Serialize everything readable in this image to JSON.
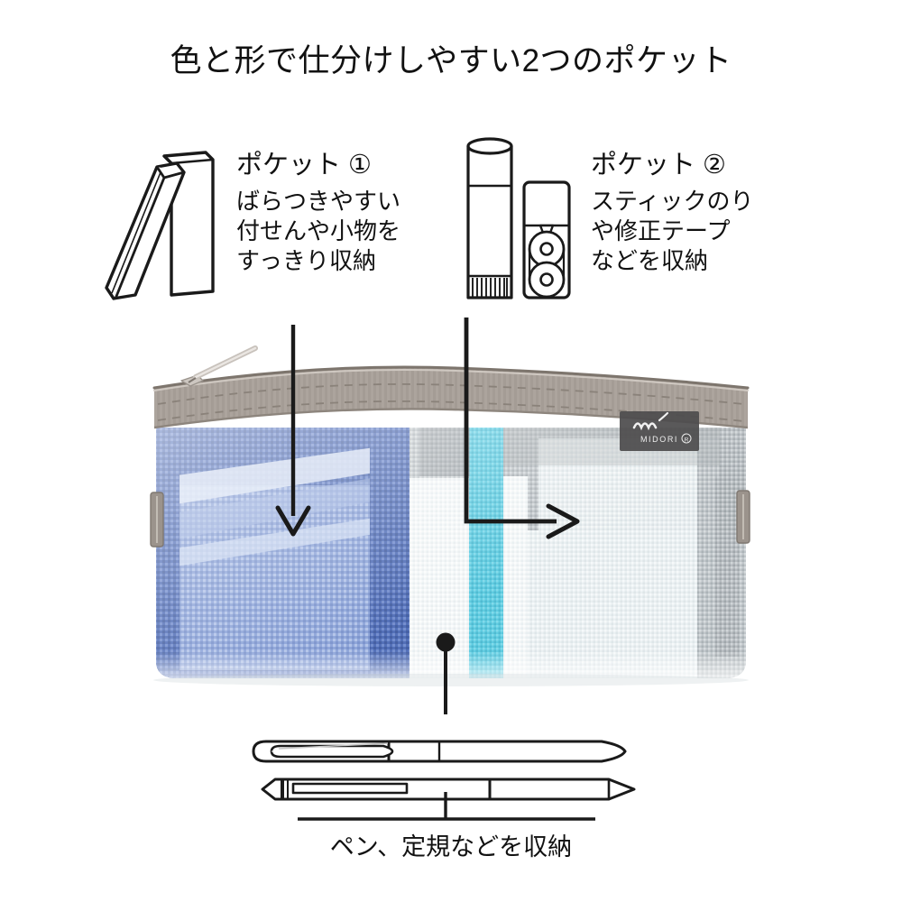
{
  "title": "色と形で仕分けしやすい2つのポケット",
  "features": [
    {
      "id": "pocket-1",
      "icon": "sticky-notes-icon",
      "heading": "ポケット ①",
      "description_lines": [
        "ばらつきやすい",
        "付せんや小物を",
        "すっきり収納"
      ]
    },
    {
      "id": "pocket-2",
      "icon": "glue-stick-and-correction-tape-icon",
      "heading": "ポケット ②",
      "description_lines": [
        "スティックのり",
        "や修正テープ",
        "などを収納"
      ]
    }
  ],
  "product": {
    "name": "mesh-pen-case",
    "brand_label": "MIDORI",
    "brand_mark": "m",
    "brand_registered": "®",
    "colors": {
      "zipper_tape": "#a49c94",
      "zipper_tape_shadow": "#8d857d",
      "blue_mesh": "#4a68b4",
      "blue_mesh_light": "#7f9ad8",
      "blue_highlight": "#c6d4ef",
      "cyan_strip": "#4ec6de",
      "gray_mesh": "#9aa0a4",
      "pale_mesh": "#e8eef0",
      "white_mesh": "#f4f7f8",
      "side_tab": "#9b938c",
      "logo_tag": "#4e4c4d"
    }
  },
  "bottom_callout": {
    "caption": "ペン、定規などを収納",
    "items": [
      "pen-icon",
      "ballpoint-pen-icon"
    ]
  },
  "arrows": [
    {
      "name": "arrow-to-pocket-1",
      "type": "straight-down"
    },
    {
      "name": "arrow-to-pocket-2",
      "type": "elbow-right"
    },
    {
      "name": "leader-to-pen-caption",
      "type": "dot-line"
    }
  ],
  "colors": {
    "ink": "#1a1a1a",
    "background": "#ffffff"
  }
}
